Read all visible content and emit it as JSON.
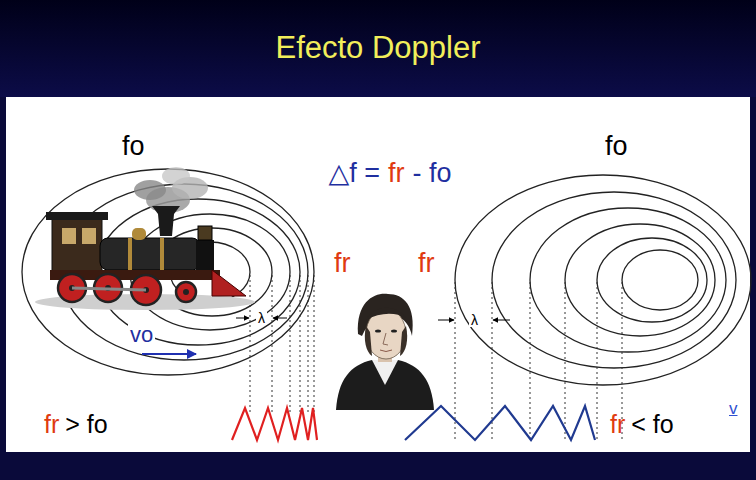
{
  "diagram": {
    "title": "Efecto Doppler",
    "labels": [
      "fo",
      "fo",
      "△f =",
      "fr",
      "- fo",
      "fr",
      "fr",
      "vo",
      "λ",
      "λ",
      "fr",
      "> fo",
      "fr",
      "< fo",
      "v"
    ]
  }
}
